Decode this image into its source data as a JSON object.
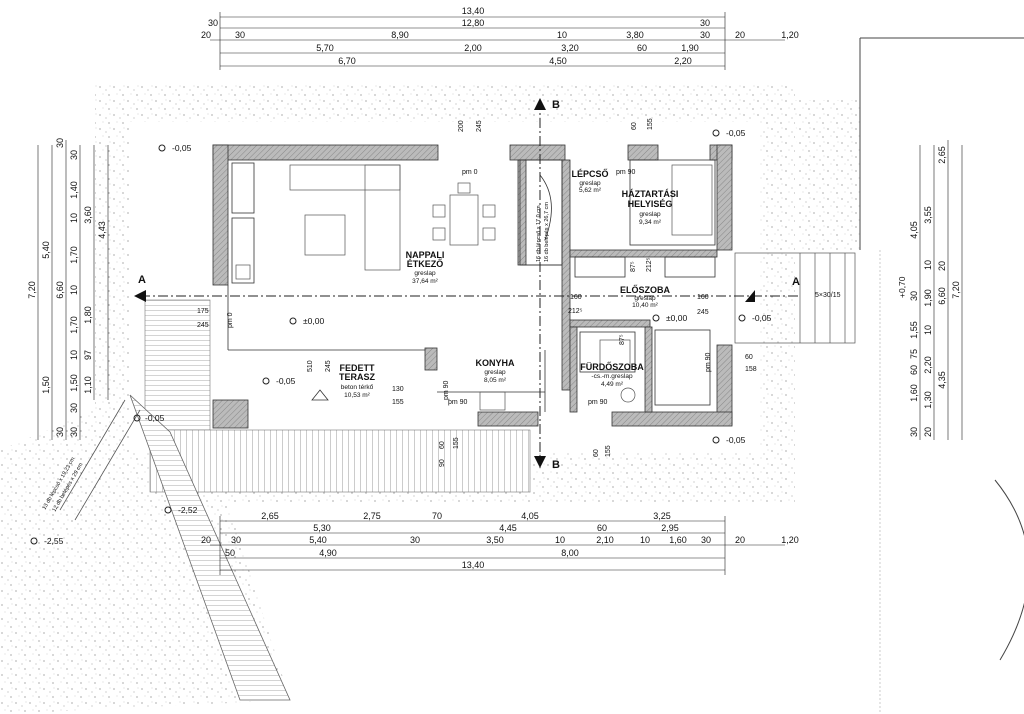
{
  "rooms": {
    "nappali": {
      "name1": "NAPPALI",
      "name2": "ÉTKEZŐ",
      "floor": "greslap",
      "area": "37,64 m²"
    },
    "lepcso": {
      "name": "LÉPCSŐ",
      "floor": "greslap",
      "area": "5,62 m²"
    },
    "haztartasi": {
      "name1": "HÁZTARTÁSI",
      "name2": "HELYISÉG",
      "floor": "greslap",
      "area": "9,34 m²"
    },
    "eloszoba": {
      "name": "ELŐSZOBA",
      "floor": "greslap",
      "area": "10,40 m²"
    },
    "konyha": {
      "name": "KONYHA",
      "floor": "greslap",
      "area": "8,05 m²"
    },
    "furdoszoba": {
      "name": "FÜRDŐSZOBA",
      "floor": "-cs.-m.greslap",
      "area": "4,49 m²"
    },
    "terasz": {
      "name1": "FEDETT",
      "name2": "TERASZ",
      "floor": "beton térkő",
      "area": "10,53 m²"
    }
  },
  "levels": {
    "zero": "±0,00",
    "minus005": "-0,05",
    "minus252": "-2,52",
    "minus255": "-2,55",
    "plus070": "+0,70"
  },
  "openings": {
    "pm0": "pm 0",
    "pm90": "pm 90",
    "stairs_label": "5×30/15",
    "stairs_note1": "16 db lépcső x 17,0 cm",
    "stairs_note2": "16 db belépés x 26,7 cm",
    "steps_note1": "13 db lépcső x 19,23 cm",
    "steps_note2": "12 db belépés x 29 cm"
  },
  "sections": {
    "a": "A",
    "b": "B"
  },
  "dims": {
    "top": {
      "row1": [
        "13,40"
      ],
      "row2": [
        "30",
        "12,80",
        "30"
      ],
      "row3": [
        "20",
        "30",
        "8,90",
        "10",
        "3,80",
        "30",
        "20",
        "1,20"
      ],
      "row4": [
        "5,70",
        "2,00",
        "3,20",
        "60",
        "1,90"
      ],
      "row5": [
        "6,70",
        "4,50",
        "2,20"
      ]
    },
    "bottom": {
      "row1": [
        "2,65",
        "2,75",
        "70",
        "4,05",
        "3,25"
      ],
      "row2": [
        "5,30",
        "4,45",
        "60",
        "2,95"
      ],
      "row3": [
        "20",
        "30",
        "5,40",
        "30",
        "3,50",
        "10",
        "2,10",
        "10",
        "1,60",
        "30",
        "20",
        "1,20"
      ],
      "row4": [
        "50",
        "4,90",
        "8,00"
      ],
      "row5": [
        "13,40"
      ]
    },
    "left": {
      "col1": [
        "7,20"
      ],
      "col2": [
        "5,40",
        "1,50"
      ],
      "col3": [
        "6,60",
        "30",
        "30"
      ],
      "col4": [
        "30",
        "1,40",
        "10",
        "1,70",
        "10",
        "1,70",
        "10",
        "1,50",
        "30",
        "30"
      ],
      "col5": [
        "3,60",
        "1,80",
        "97",
        "1,10"
      ],
      "col6": [
        "4,43"
      ]
    },
    "right": {
      "col1": [
        "4,05",
        "30",
        "1,55",
        "75",
        "60",
        "1,60",
        "30"
      ],
      "col2": [
        "3,55",
        "10",
        "1,90",
        "10",
        "2,20",
        "1,30",
        "20"
      ],
      "col3": [
        "2,65",
        "20",
        "6,60",
        "4,35"
      ],
      "col4": [
        "7,20"
      ]
    },
    "inner": {
      "d200": "200",
      "d245a": "245",
      "d60a": "60",
      "d155a": "155",
      "d175": "175",
      "d245b": "245",
      "d510": "510",
      "d245c": "245",
      "d130": "130",
      "d155b": "155",
      "d90": "90",
      "d60b": "60",
      "d155c": "155",
      "d160a": "160",
      "d160b": "160",
      "d2125a": "212⁵",
      "d2125b": "212⁵",
      "d875a": "87⁵",
      "d875b": "87⁵",
      "d245d": "245",
      "d60c": "60",
      "d158": "158",
      "d60d": "60",
      "d155d": "155"
    }
  }
}
